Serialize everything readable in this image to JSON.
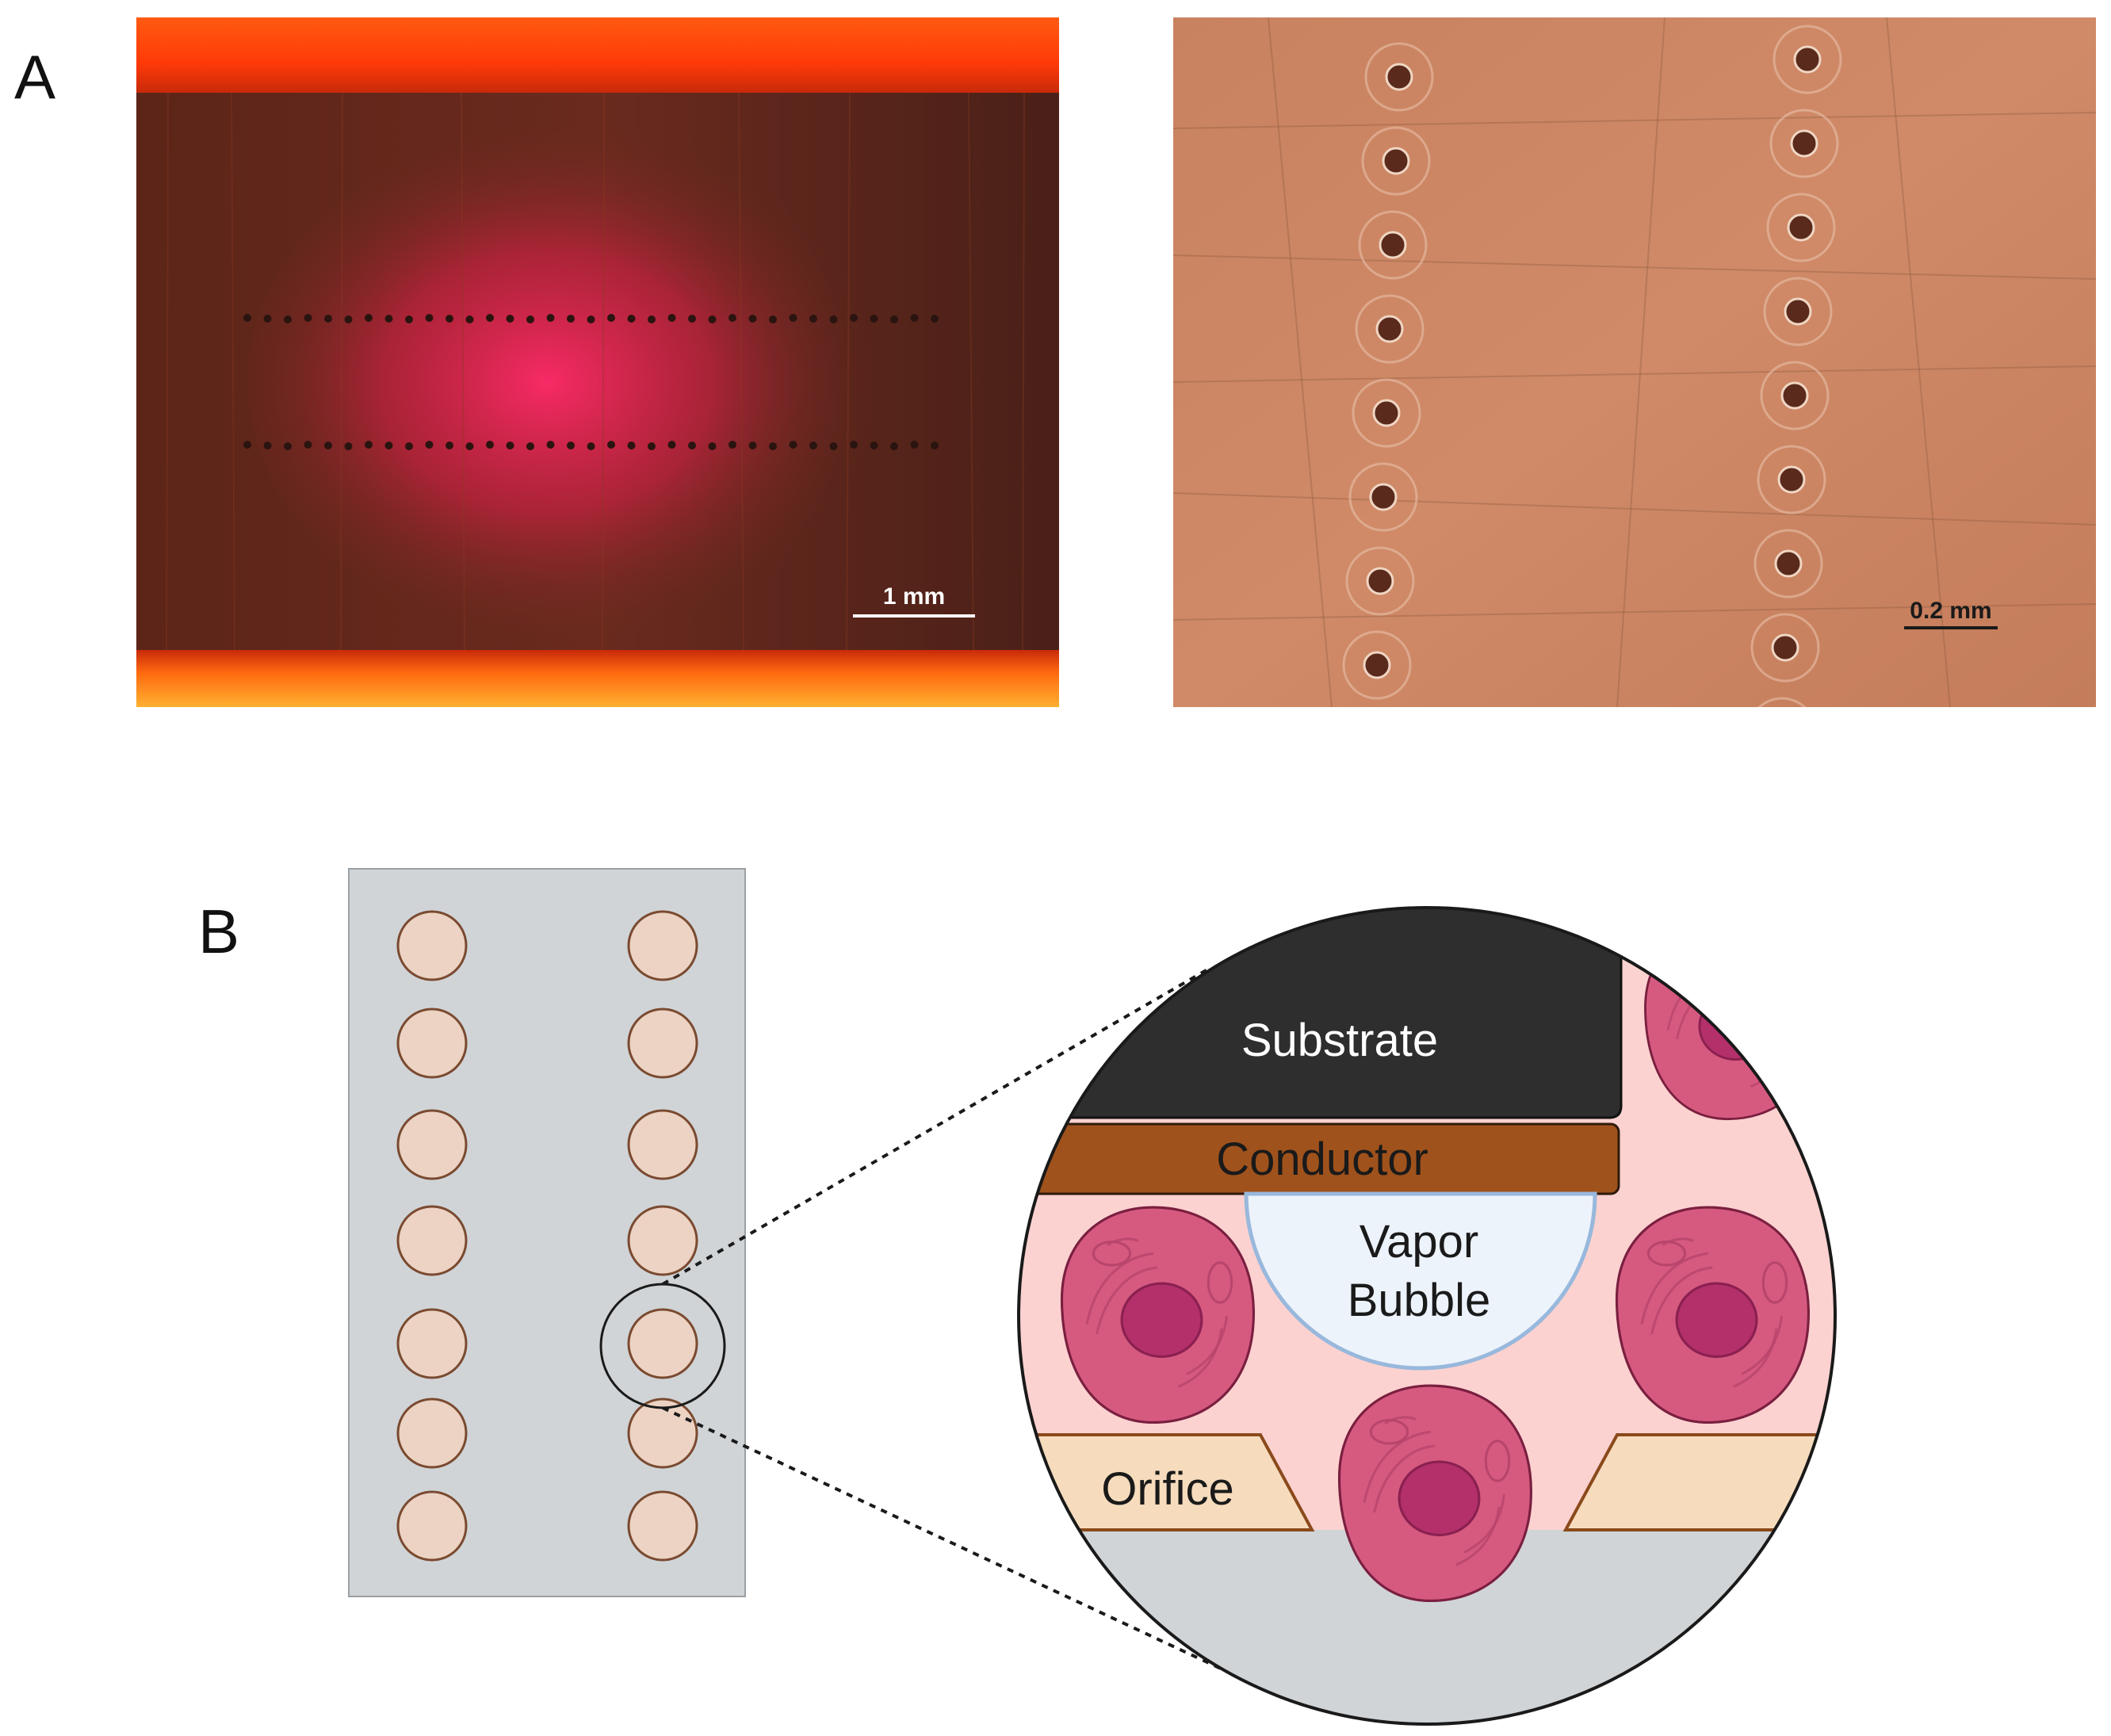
{
  "figure": {
    "panel_a_label": "A",
    "panel_b_label": "B"
  },
  "panel_a": {
    "left_photo": {
      "scale_bar_label": "1 mm"
    },
    "right_photo": {
      "scale_bar_label": "0.2 mm"
    }
  },
  "panel_b": {
    "layer_labels": {
      "substrate": "Substrate",
      "conductor": "Conductor",
      "vapor_line1": "Vapor",
      "vapor_line2": "Bubble",
      "orifice": "Orifice"
    }
  },
  "colors": {
    "substrate": "#2e2e2e",
    "conductor": "#a0521c",
    "medium": "#fcd2d0",
    "orifice": "#f6dcbd",
    "device": "#d0d4d7",
    "cell": "#d65a80",
    "nucleus": "#b3306a",
    "bubble": "#edf3fb"
  }
}
